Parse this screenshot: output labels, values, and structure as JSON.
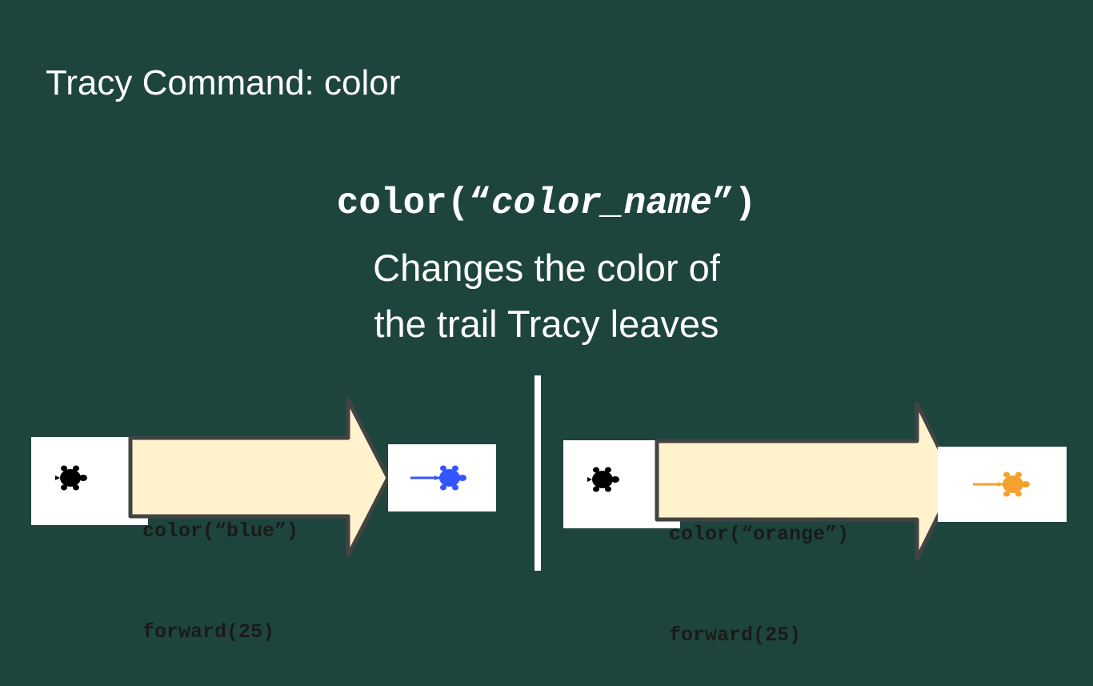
{
  "slide": {
    "title": "Tracy Command: color",
    "syntax": {
      "prefix": "color(“",
      "argument": "color_name",
      "suffix": "”)"
    },
    "description": [
      "Changes the color of",
      "the trail Tracy leaves"
    ]
  },
  "examples": [
    {
      "code_lines": [
        "color(“blue”)",
        "forward(25)"
      ],
      "result_color": "#3355ff"
    },
    {
      "code_lines": [
        "color(“orange”)",
        "forward(25)"
      ],
      "result_color": "#f4a22d"
    }
  ],
  "colors": {
    "background": "#1e453d",
    "arrow_fill": "#fff2cc",
    "arrow_stroke": "#434343",
    "turtle_start": "#000000"
  },
  "icons": [
    "turtle-icon"
  ]
}
